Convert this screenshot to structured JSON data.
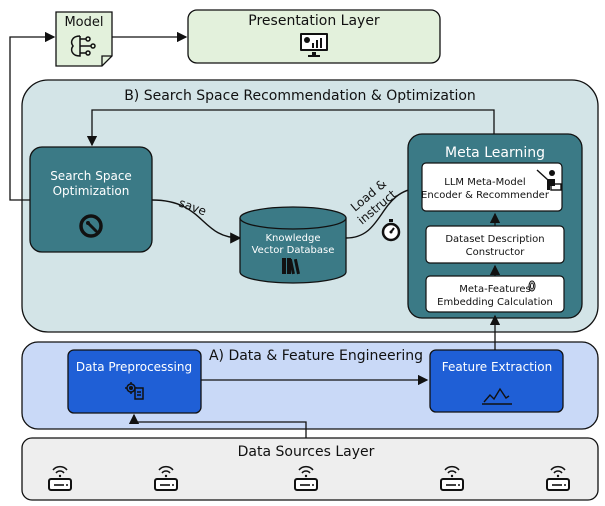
{
  "model": {
    "label": "Model"
  },
  "presentation": {
    "title": "Presentation Layer"
  },
  "search_space": {
    "title": "B) Search Space Recommendation & Optimization",
    "optimization_label": [
      "Search Space",
      "Optimization"
    ],
    "knowledge_db_label": [
      "Knowledge",
      "Vector Database"
    ],
    "save_label": "save",
    "load_label": [
      "Load &",
      "instruct"
    ]
  },
  "meta_learning": {
    "title": "Meta Learning",
    "llm_label": [
      "LLM Meta-Model",
      "Encoder & Recommender"
    ],
    "dataset_desc_label": [
      "Dataset Description",
      "Constructor"
    ],
    "meta_features_label": [
      "Meta-Features",
      "Embedding Calculation"
    ]
  },
  "data_feature": {
    "title": "A) Data & Feature Engineering",
    "preprocessing_label": "Data Preprocessing",
    "feature_extraction_label": "Feature Extraction"
  },
  "data_sources": {
    "title": "Data Sources Layer"
  },
  "colors": {
    "outer_teal_bg": "#d3e4e7",
    "teal_box": "#3b7a86",
    "teal_dark": "#1f4f58",
    "green_bg": "#e3f1dc",
    "blue_bg": "#c9d9f7",
    "blue_box": "#1f5fd6",
    "gray_bg": "#eeeeee"
  }
}
